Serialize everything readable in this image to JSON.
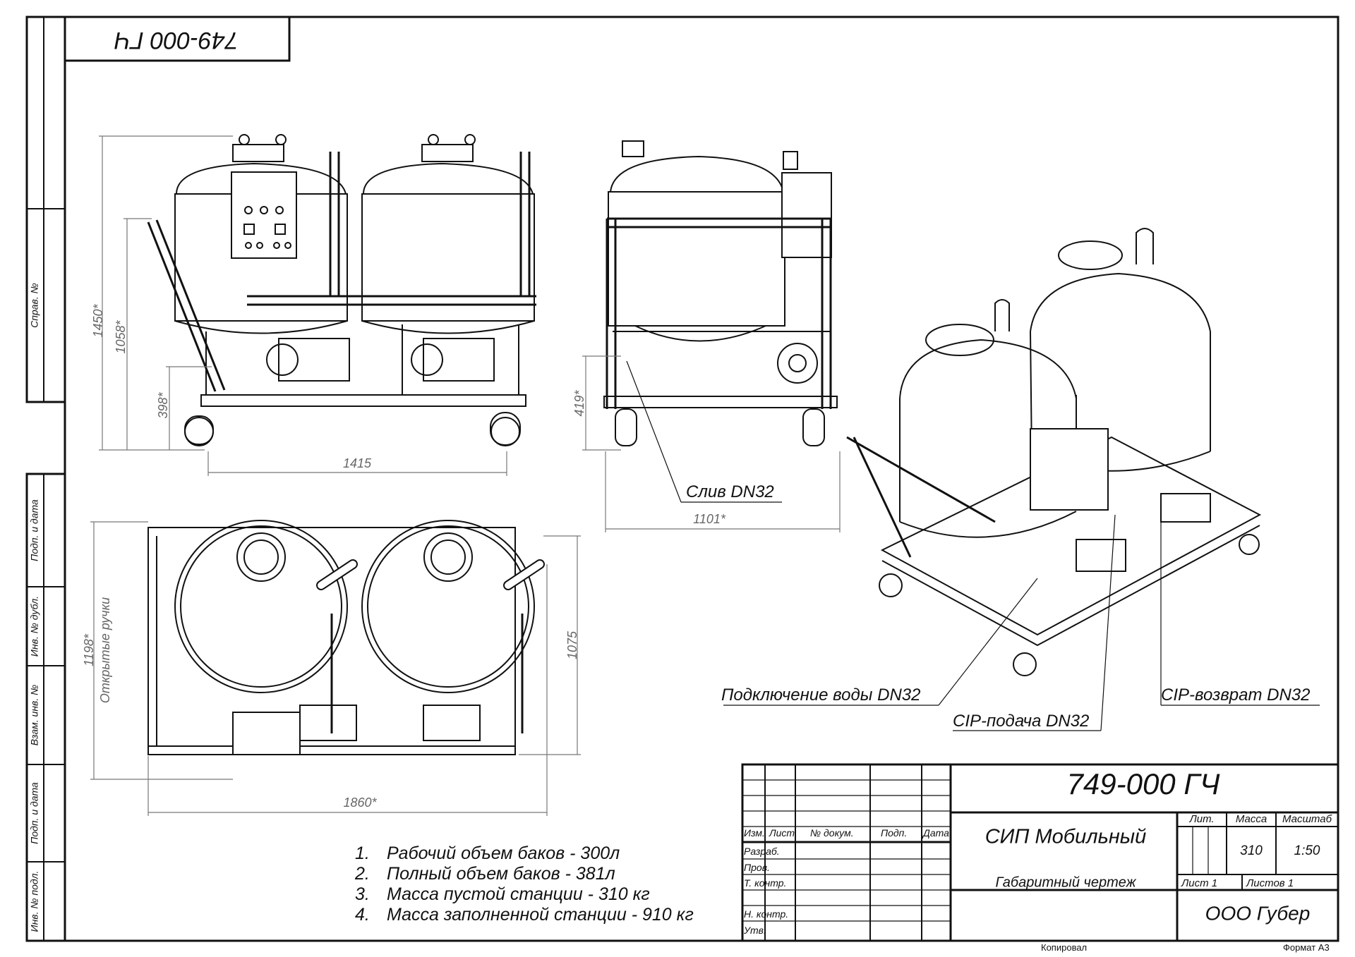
{
  "stamp_top": "749-000 ГЧ",
  "side_stamps": [
    "Справ. №",
    "Подп. и дата",
    "Инв. № дубл.",
    "Взам. инв. №",
    "Подп. и дата",
    "Инв. № подл."
  ],
  "dimensions": {
    "front_height_total": "1450*",
    "front_height_mid": "1058*",
    "front_height_low": "398*",
    "front_width": "1415",
    "side_height_low": "419*",
    "side_width": "1101*",
    "top_height_handles": "1198*",
    "top_handles_label": "Открытые ручки",
    "top_height": "1075",
    "top_width": "1860*"
  },
  "callouts": {
    "drain": "Слив DN32",
    "water": "Подключение воды DN32",
    "cip_supply": "CIP-подача DN32",
    "cip_return": "CIP-возврат DN32"
  },
  "notes": [
    {
      "num": "1.",
      "text": "Рабочий объем баков - 300л"
    },
    {
      "num": "2.",
      "text": "Полный объем баков - 381л"
    },
    {
      "num": "3.",
      "text": "Масса пустой станции - 310 кг"
    },
    {
      "num": "4.",
      "text": "Масса заполненной станции - 910 кг"
    }
  ],
  "title_block": {
    "designation": "749-000 ГЧ",
    "name": "СИП Мобильный",
    "doc_type": "Габаритный чертеж",
    "col_izm": "Изм.",
    "col_list": "Лист",
    "col_doc": "№ докум.",
    "col_sign": "Подп.",
    "col_date": "Дата",
    "row_razrab": "Разраб.",
    "row_prov": "Пров.",
    "row_tkontr": "Т. контр.",
    "row_nkontr": "Н. контр.",
    "row_utv": "Утв.",
    "lit_label": "Лит.",
    "mass_label": "Масса",
    "scale_label": "Масштаб",
    "mass_value": "310",
    "scale_value": "1:50",
    "sheet": "Лист 1",
    "sheets": "Листов 1",
    "company": "ООО Губер"
  },
  "footer": {
    "copied": "Копировал",
    "format": "Формат А3"
  }
}
